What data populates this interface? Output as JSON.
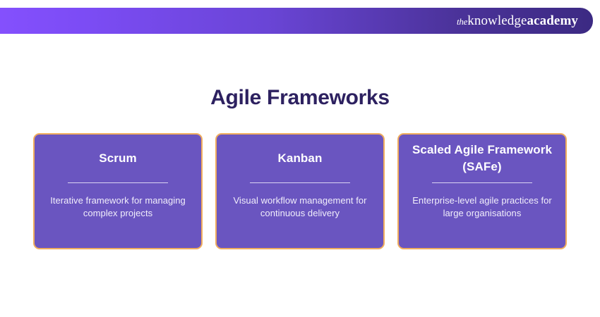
{
  "header": {
    "logo": {
      "the": "the",
      "knowledge": "knowledge",
      "academy": "academy",
      "full_text": "theknowledgeacademy"
    },
    "gradient_from": "#8450fd",
    "gradient_to": "#3c2a83"
  },
  "main": {
    "title": "Agile Frameworks",
    "title_color": "#2d2160",
    "card_bg": "#6a55c0",
    "card_border": "#f0ad5e",
    "cards": [
      {
        "title": "Scrum",
        "description": "Iterative framework for managing complex projects"
      },
      {
        "title": "Kanban",
        "description": "Visual workflow management for continuous delivery"
      },
      {
        "title": "Scaled Agile Framework (SAFe)",
        "description": "Enterprise-level agile practices for large organisations"
      }
    ]
  }
}
